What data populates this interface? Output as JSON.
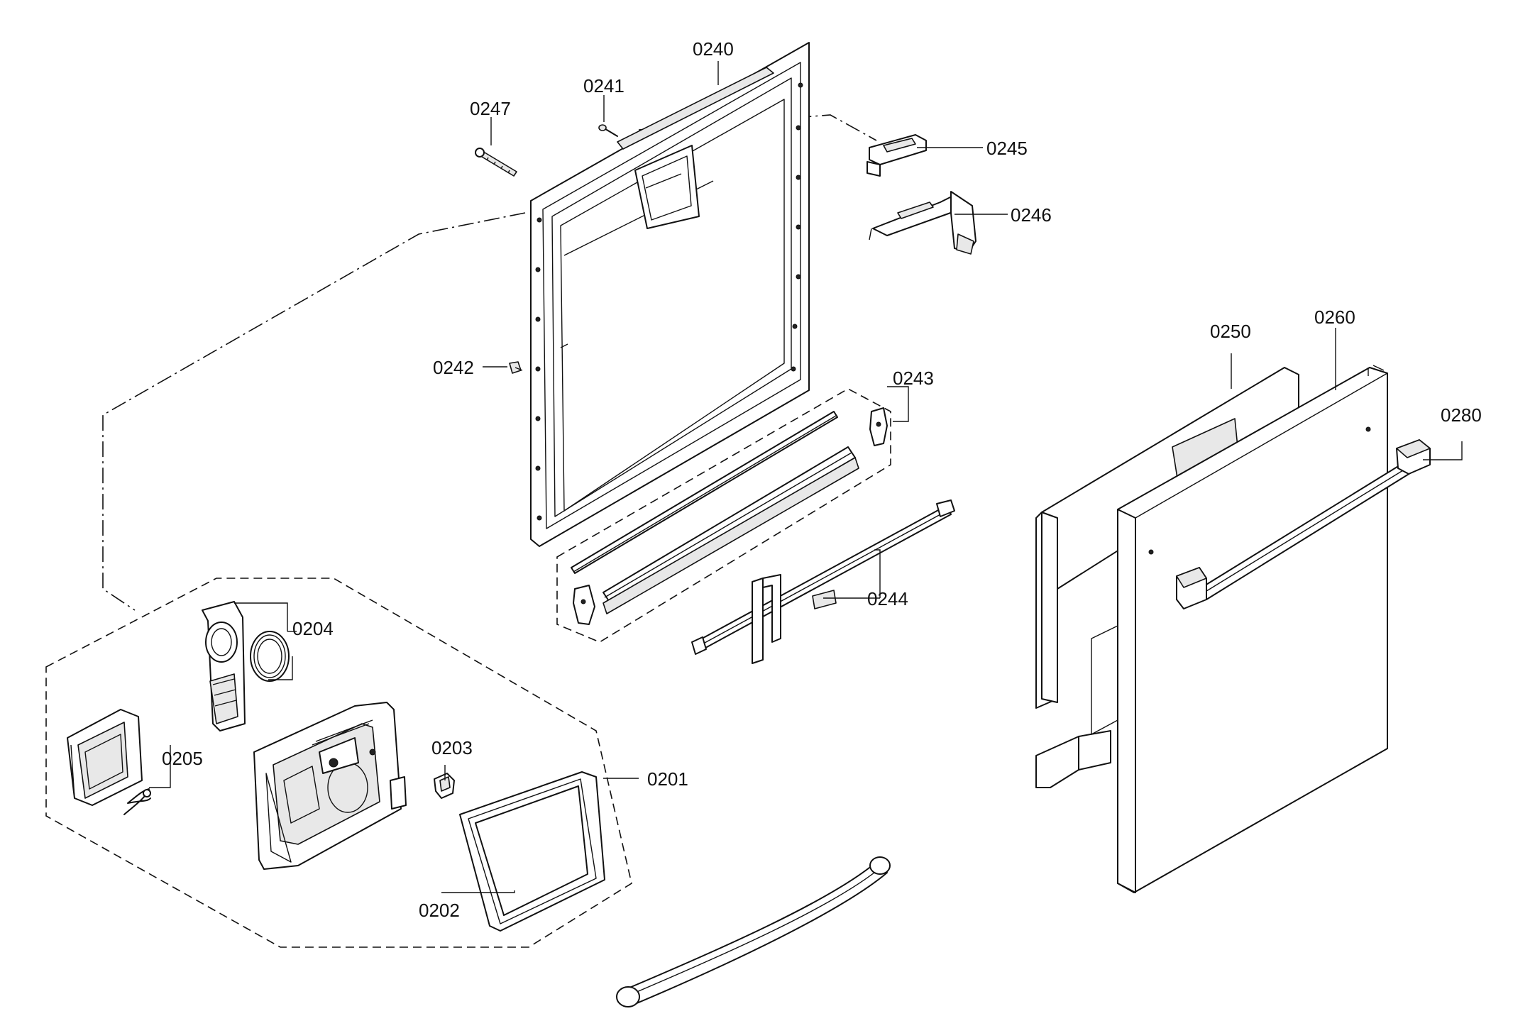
{
  "diagram": {
    "labels": {
      "p0240": "0240",
      "p0241": "0241",
      "p0247": "0247",
      "p0245": "0245",
      "p0246": "0246",
      "p0242": "0242",
      "p0243": "0243",
      "p0244": "0244",
      "p0250": "0250",
      "p0260": "0260",
      "p0280": "0280",
      "p0204": "0204",
      "p0205": "0205",
      "p0203": "0203",
      "p0201": "0201",
      "p0202": "0202"
    }
  }
}
